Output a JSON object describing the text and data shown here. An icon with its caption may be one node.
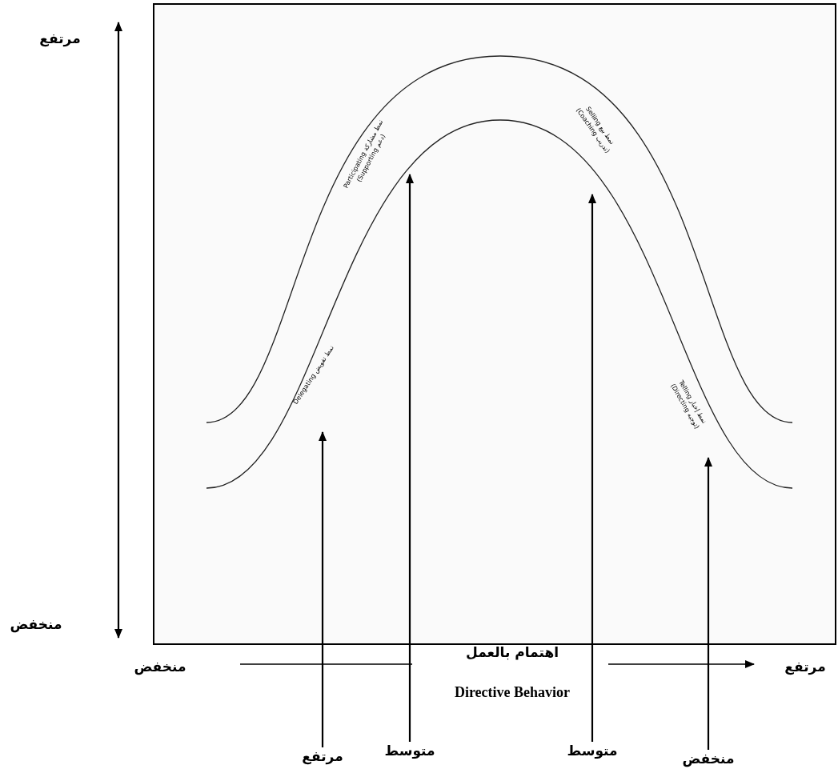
{
  "diagram": {
    "nodes": [
      {
        "text": [
          "مرتفع"
        ]
      },
      {
        "text": [
          "متوسط"
        ]
      },
      {
        "text": [
          "متوسط"
        ]
      },
      {
        "text": [
          "منخفض"
        ]
      }
    ],
    "edges": [
      {
        "from": 0,
        "to": null,
        "arrow": "to"
      },
      {
        "from": 1,
        "to": null,
        "arrow": "to"
      },
      {
        "from": 2,
        "to": null,
        "arrow": "to"
      },
      {
        "from": 3,
        "to": null,
        "arrow": "to"
      }
    ],
    "labels": [
      "مرتفع",
      "منخفض",
      "منخفض",
      "اهتمام بالعمل",
      "Directive Behavior",
      "مرتفع",
      "نمط مشاركة Participating",
      "(دعم Supporting)",
      "نمط بيع Selling",
      "(تدريب Coaching)",
      "نمط تفويض Delegating",
      "نمط إخبار Telling",
      "(توجيه Directing)"
    ]
  }
}
